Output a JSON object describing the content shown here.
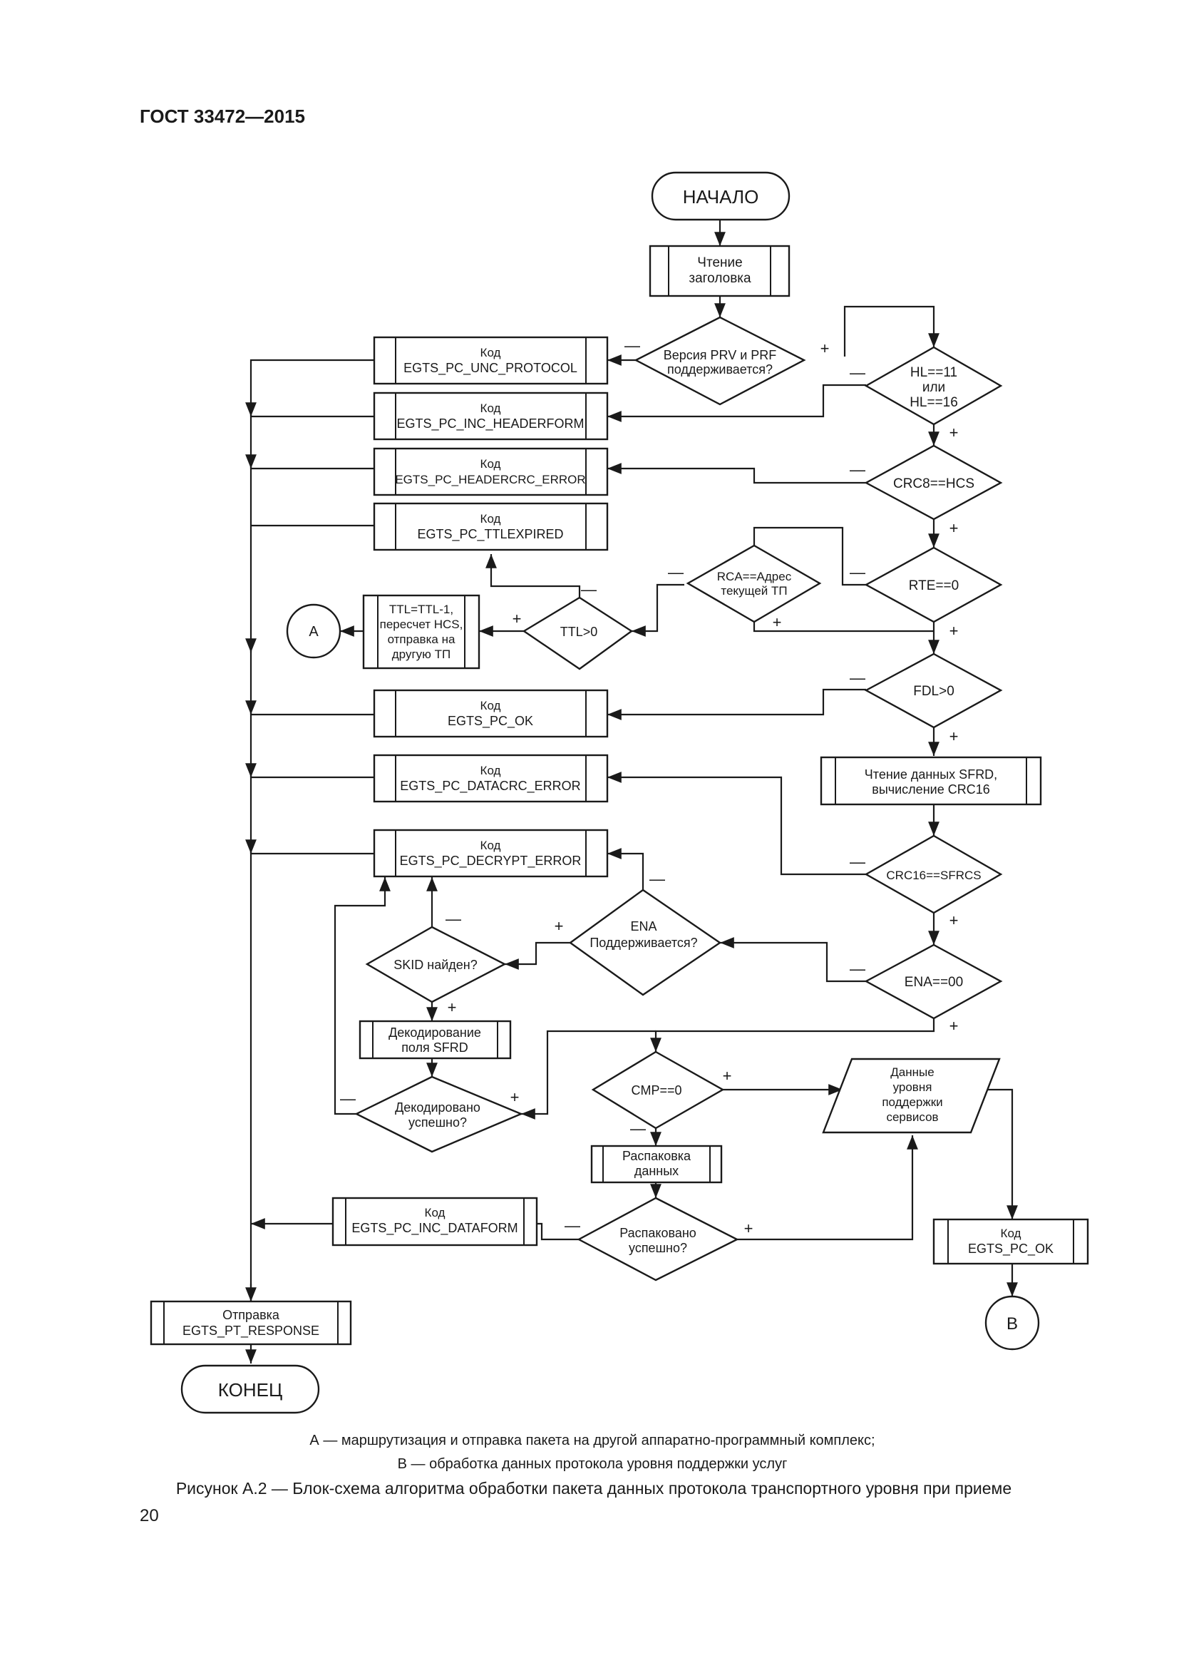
{
  "header": {
    "doc_id": "ГОСТ 33472—2015"
  },
  "diagram": {
    "start": "НАЧАЛО",
    "end": "КОНЕЦ",
    "read_header": [
      "Чтение",
      "заголовка"
    ],
    "dec_version": [
      "Версия PRV и PRF",
      "поддерживается?"
    ],
    "dec_hl": [
      "HL==11",
      "или",
      "HL==16"
    ],
    "dec_crc8": "CRC8==HCS",
    "dec_rte": "RTE==0",
    "dec_rca": [
      "RCA==Адрес",
      "текущей ТП"
    ],
    "dec_ttl": "TTL>0",
    "ttl_proc": [
      "TTL=TTL-1,",
      "пересчет HCS,",
      "отправка на",
      "другую ТП"
    ],
    "dec_fdl": "FDL>0",
    "read_sfrd": [
      "Чтение данных SFRD,",
      "вычисление CRC16"
    ],
    "dec_crc16": "CRC16==SFRCS",
    "dec_ena": "ENA==00",
    "dec_ena_sup": [
      "ENA",
      "Поддерживается?"
    ],
    "dec_skid": "SKID найден?",
    "decode_sfrd": [
      "Декодирование",
      "поля SFRD"
    ],
    "dec_decoded": [
      "Декодировано",
      "успешно?"
    ],
    "dec_cmp": "CMP==0",
    "unpack": [
      "Распаковка",
      "данных"
    ],
    "dec_unpacked": [
      "Распаковано",
      "успешно?"
    ],
    "service_data": [
      "Данные",
      "уровня",
      "поддержки",
      "сервисов"
    ],
    "code_label": "Код",
    "code_unc_protocol": "EGTS_PC_UNC_PROTOCOL",
    "code_inc_headerform": "EGTS_PC_INC_HEADERFORM",
    "code_headercrc_error": "EGTS_PC_HEADERCRC_ERROR",
    "code_ttlexpired": "EGTS_PC_TTLEXPIRED",
    "code_ok": "EGTS_PC_OK",
    "code_datacrc_error": "EGTS_PC_DATACRC_ERROR",
    "code_decrypt_error": "EGTS_PC_DECRYPT_ERROR",
    "code_inc_dataform": "EGTS_PC_INC_DATAFORM",
    "code_ok_right": "EGTS_PC_OK",
    "send_response": [
      "Отправка",
      "EGTS_PT_RESPONSE"
    ],
    "connector_a": "A",
    "connector_b": "B",
    "sign_plus": "+",
    "sign_minus": "—"
  },
  "legend": {
    "a": "А — маршрутизация и отправка пакета на другой аппаратно-программный комплекс;",
    "b": "В — обработка данных протокола уровня поддержки услуг"
  },
  "caption": "Рисунок А.2 — Блок-схема алгоритма обработки пакета данных протокола транспортного уровня при приеме",
  "page_number": "20"
}
